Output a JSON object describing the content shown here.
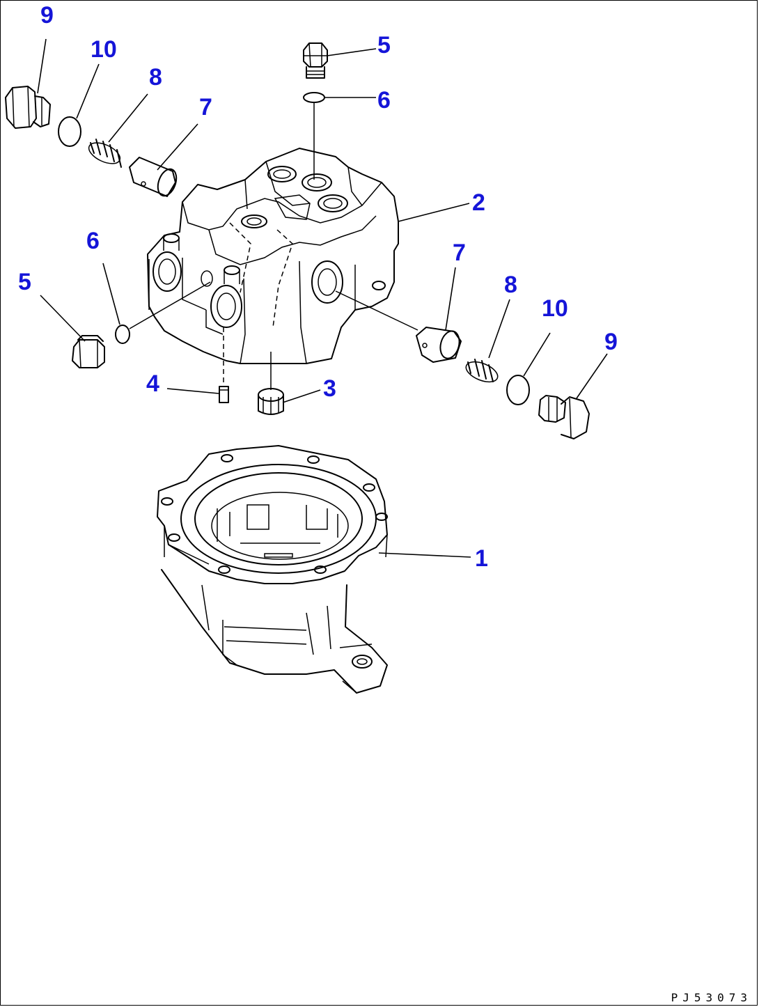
{
  "callouts": {
    "c9_top": "9",
    "c10_top": "10",
    "c8_top": "8",
    "c7_top": "7",
    "c5_top": "5",
    "c6_top": "6",
    "c2": "2",
    "c6_left": "6",
    "c5_left": "5",
    "c7_right": "7",
    "c8_right": "8",
    "c10_right": "10",
    "c9_right": "9",
    "c4": "4",
    "c3": "3",
    "c1": "1"
  },
  "drawing_code": "PJ53073",
  "colors": {
    "callout": "#1515d8",
    "line": "#000000",
    "background": "#ffffff"
  }
}
